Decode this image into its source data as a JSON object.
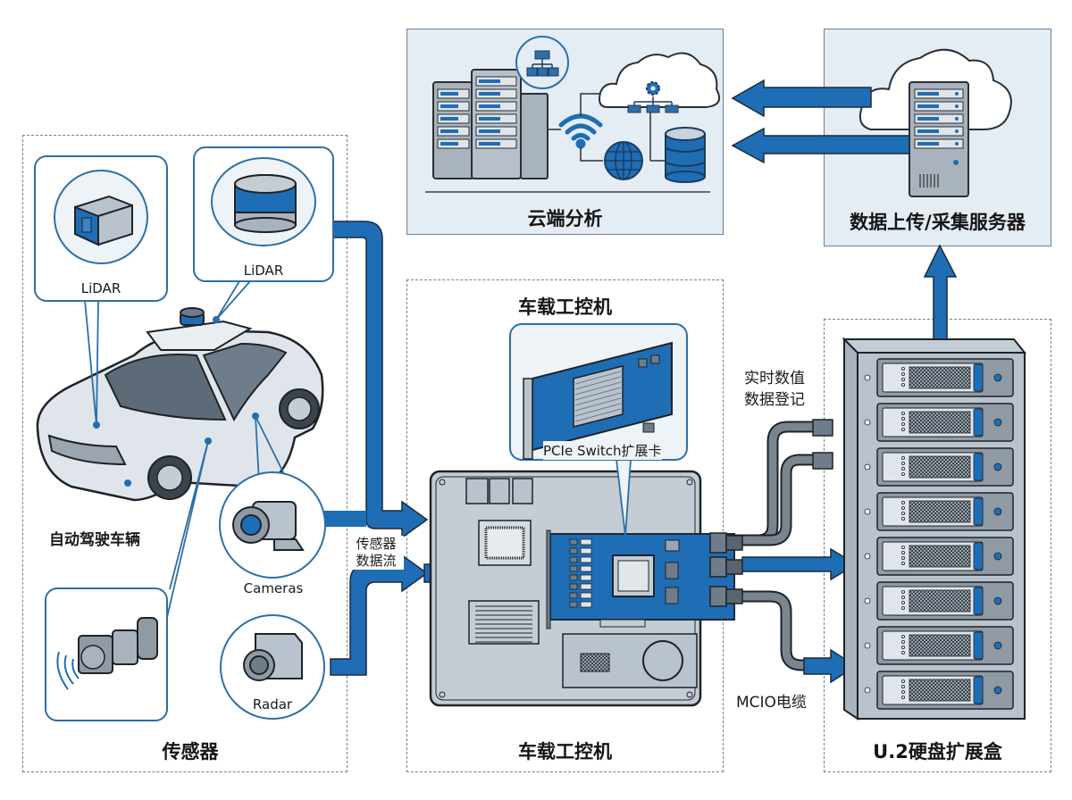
{
  "panels": {
    "sensors": {
      "title": "传感器"
    },
    "ipc": {
      "title_top": "车载工控机",
      "title_bottom": "车载工控机"
    },
    "cloud": {
      "title": "云端分析"
    },
    "server": {
      "title": "数据上传/采集服务器"
    },
    "storage": {
      "title": "U.2硬盘扩展盒"
    }
  },
  "sensors": {
    "vehicle_label": "自动驾驶车辆",
    "items": [
      {
        "label": "LiDAR",
        "icon": "solid-state-lidar-icon"
      },
      {
        "label": "LiDAR",
        "icon": "rotating-lidar-icon"
      },
      {
        "label": "Cameras",
        "icon": "camera-icon"
      },
      {
        "label": "Radar",
        "icon": "radar-icon"
      }
    ]
  },
  "ipc": {
    "card_label": "PCIe Switch扩展卡"
  },
  "flows": {
    "sensor_stream": [
      "传感器",
      "数据流"
    ],
    "realtime_logging": [
      "实时数值",
      "数据登记"
    ],
    "cable": "MCIO电缆"
  },
  "storage": {
    "bay_count": 8
  },
  "colors": {
    "accent": "#1f6db5",
    "panel_fill": "#e4ecf4",
    "panel_border": "#6e7f92",
    "device_gray": "#b9c3cd",
    "cable_gray": "#6b7580"
  }
}
